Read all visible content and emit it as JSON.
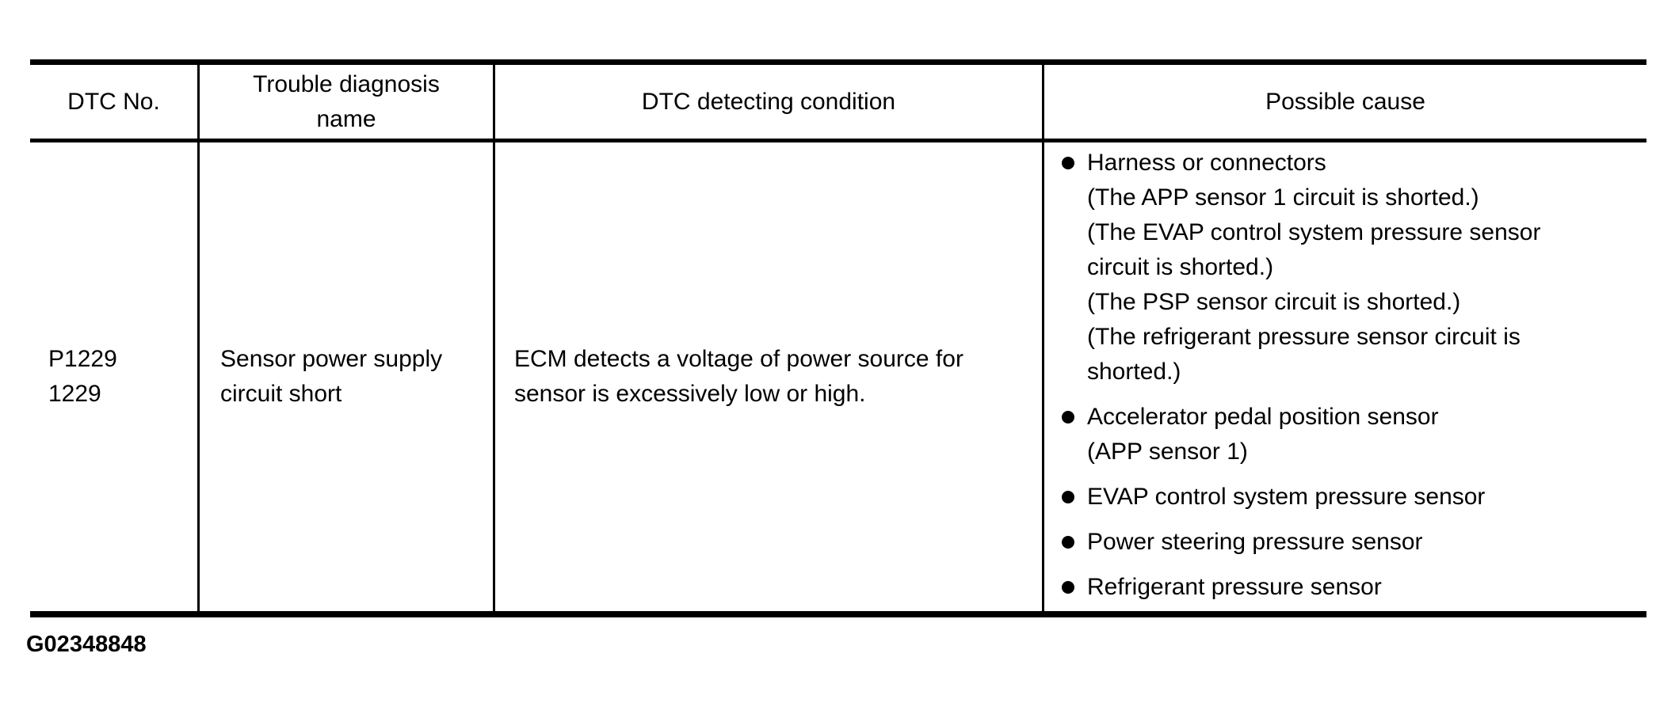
{
  "table": {
    "headers": [
      "DTC No.",
      "Trouble diagnosis name",
      "DTC detecting condition",
      "Possible cause"
    ],
    "row": {
      "dtc_no": "P1229\n1229",
      "trouble_diagnosis_name": "Sensor power supply\ncircuit short",
      "dtc_detecting_condition": "ECM detects a voltage of power source for\nsensor is excessively low or high.",
      "possible_causes": [
        "Harness or connectors\n(The APP sensor 1 circuit is shorted.)\n(The EVAP control system pressure sensor\ncircuit is shorted.)\n(The PSP sensor circuit is shorted.)\n(The refrigerant pressure sensor circuit is\nshorted.)",
        "Accelerator pedal position sensor\n(APP sensor 1)",
        "EVAP control system pressure sensor",
        "Power steering pressure sensor",
        "Refrigerant pressure sensor"
      ]
    }
  },
  "figure_id": "G02348848",
  "colors": {
    "background": "#ffffff",
    "text": "#000000",
    "border": "#000000"
  }
}
